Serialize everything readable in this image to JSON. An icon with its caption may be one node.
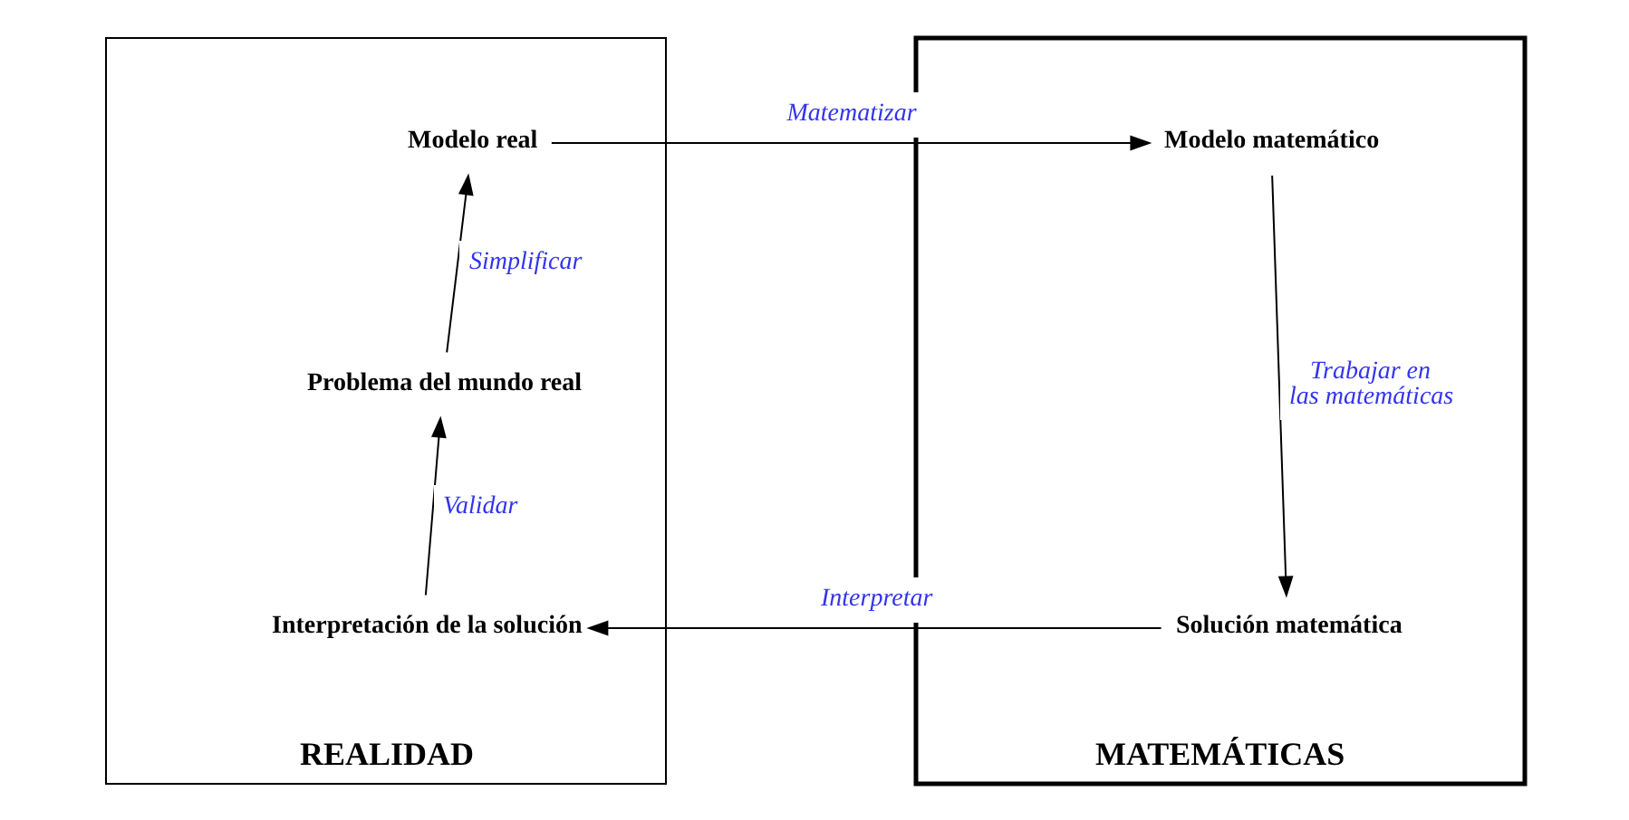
{
  "diagram": {
    "nodes": [
      {
        "text": [
          "REALIDAD"
        ]
      },
      {
        "text": [
          "Modelo real"
        ],
        "in": 0
      },
      {
        "text": [
          "Problema del mundo real"
        ],
        "in": 0
      },
      {
        "text": [
          "Interpretación de la solución"
        ],
        "in": 0
      },
      {
        "text": [
          "MATEMÁTICAS"
        ]
      },
      {
        "text": [
          "Modelo matemático"
        ],
        "in": 4
      },
      {
        "text": [
          "Solución matemática"
        ],
        "in": 4
      }
    ],
    "edges": [
      {
        "from": 2,
        "to": 1,
        "arrow": "to",
        "label": "Simplificar"
      },
      {
        "from": 1,
        "to": 5,
        "arrow": "to",
        "label": "Matematizar"
      },
      {
        "from": 5,
        "to": 6,
        "arrow": "to",
        "label": "Trabajar en las matemáticas"
      },
      {
        "from": 6,
        "to": 3,
        "arrow": "to",
        "label": "Interpretar"
      },
      {
        "from": 3,
        "to": 2,
        "arrow": "to",
        "label": "Validar"
      }
    ]
  }
}
